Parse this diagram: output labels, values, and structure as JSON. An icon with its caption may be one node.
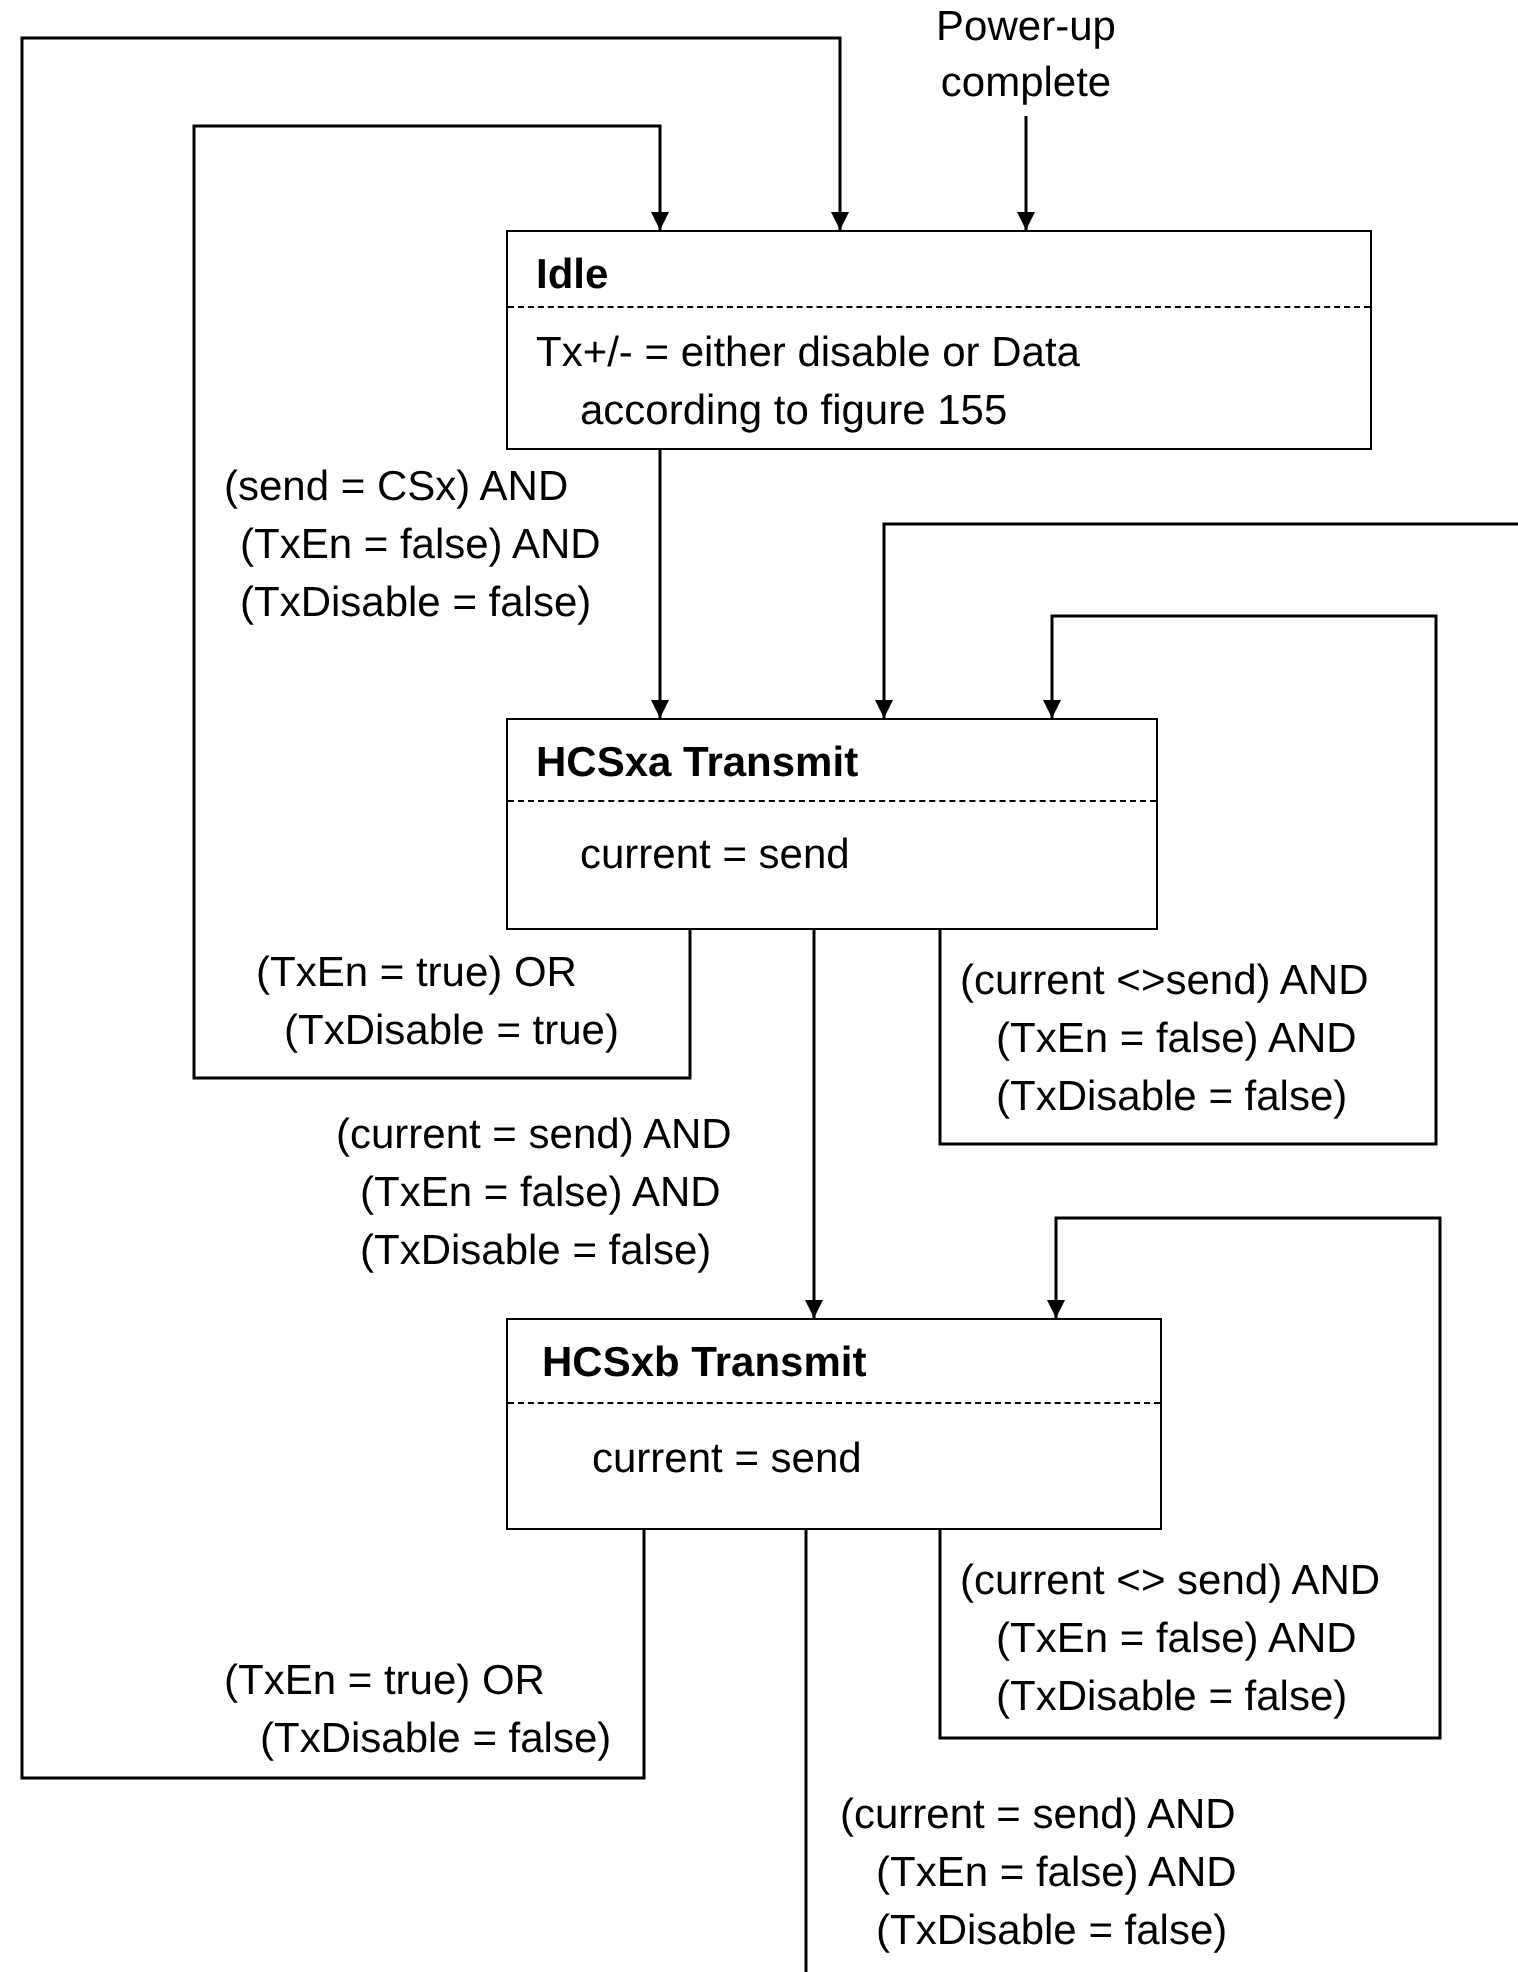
{
  "diagram": {
    "nodes": [
      {
        "text": [
          "Power-up complete"
        ]
      },
      {
        "text": [
          "Idle",
          "Tx+/- = either disable or Data according to figure 155"
        ]
      },
      {
        "text": [
          "HCSxa Transmit",
          "current = send"
        ]
      },
      {
        "text": [
          "HCSxb Transmit",
          "current = send"
        ]
      }
    ],
    "edges": [
      {
        "from": 0,
        "to": 1,
        "arrow": "to"
      },
      {
        "from": 1,
        "to": 2,
        "arrow": "to",
        "label": "(send = CSx) AND (TxEn = false) AND (TxDisable = false)"
      },
      {
        "from": 2,
        "to": 1,
        "arrow": "to",
        "label": "(TxEn = true) OR (TxDisable = true)"
      },
      {
        "from": 2,
        "to": 2,
        "arrow": "to",
        "label": "(current <>send) AND (TxEn = false) AND (TxDisable = false)"
      },
      {
        "from": 2,
        "to": 3,
        "arrow": "to",
        "label": "(current = send) AND (TxEn = false) AND (TxDisable = false)"
      },
      {
        "from": 3,
        "to": 1,
        "arrow": "to",
        "label": "(TxEn = true) OR (TxDisable = false)"
      },
      {
        "from": 3,
        "to": 3,
        "arrow": "to",
        "label": "(current <> send) AND (TxEn = false) AND (TxDisable = false)"
      },
      {
        "from": 3,
        "to": null,
        "arrow": "none",
        "label": "(current = send) AND (TxEn = false) AND (TxDisable = false)"
      },
      {
        "from": null,
        "to": 2,
        "arrow": "to"
      }
    ]
  }
}
